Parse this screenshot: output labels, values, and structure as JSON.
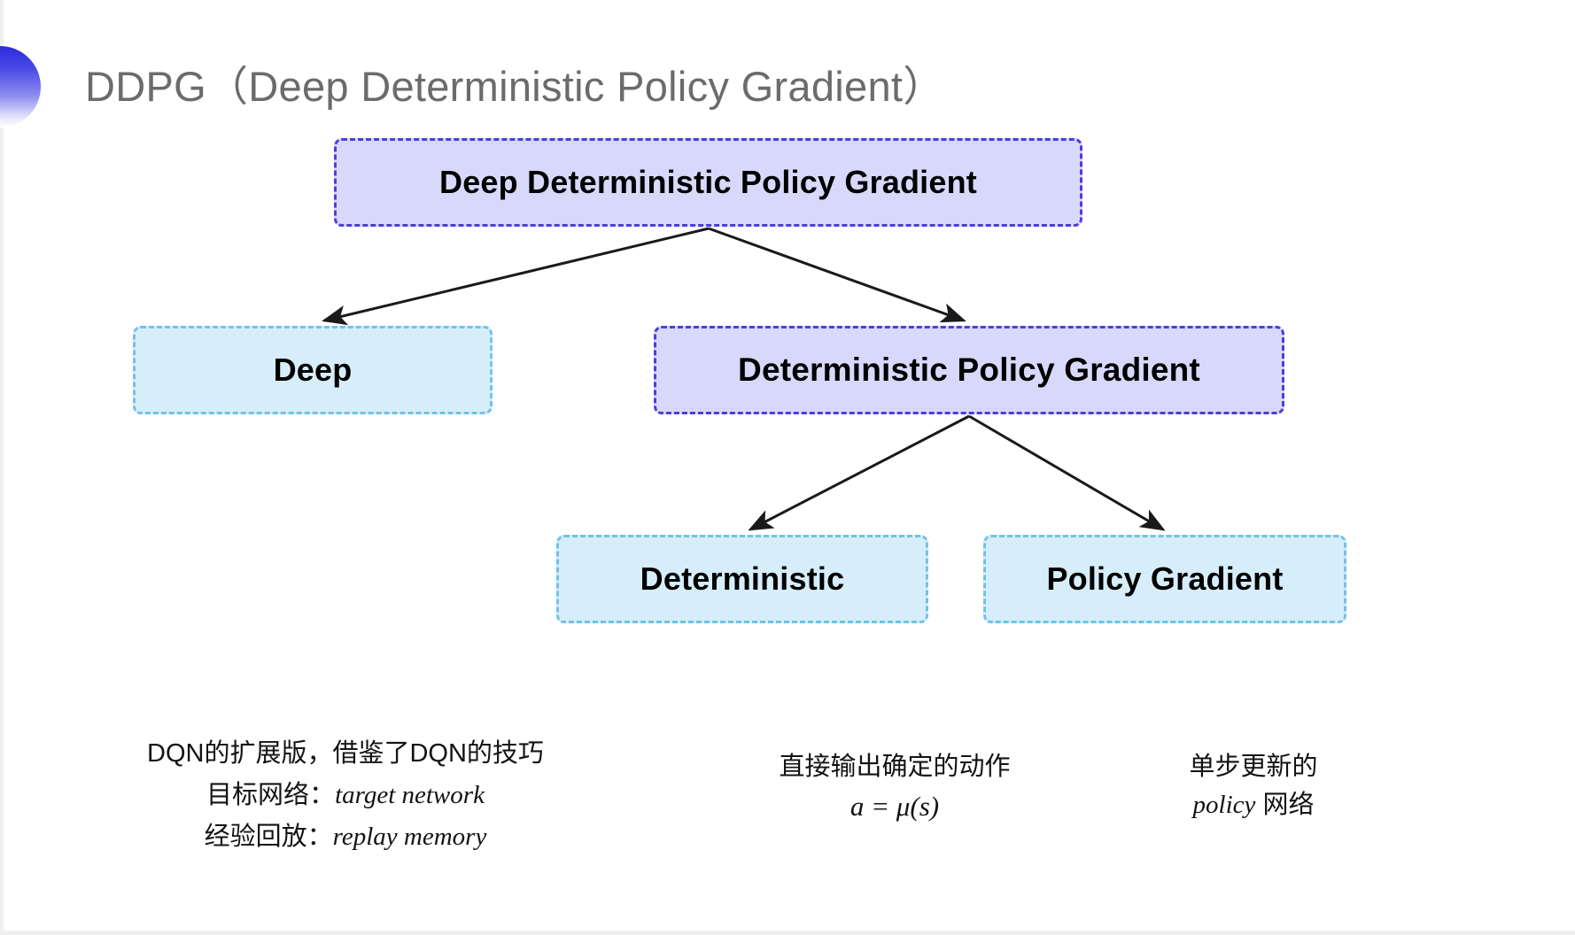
{
  "slide": {
    "title": "DDPG（Deep Deterministic Policy Gradient）",
    "title_color": "#6b6b6b",
    "background": "#ffffff"
  },
  "theme": {
    "purple_fill": "#d8d8fb",
    "purple_border": "#4b3fd6",
    "blue_fill": "#d6eefa",
    "blue_border": "#74c2e8",
    "arrow_color": "#1a1a1a",
    "text_color": "#131313"
  },
  "diagram": {
    "nodes": [
      {
        "id": "root",
        "label": "Deep Deterministic Policy Gradient",
        "style": "purple"
      },
      {
        "id": "deep",
        "label": "Deep",
        "style": "blue"
      },
      {
        "id": "dpg",
        "label": "Deterministic Policy Gradient",
        "style": "purple"
      },
      {
        "id": "det",
        "label": "Deterministic",
        "style": "blue"
      },
      {
        "id": "pg",
        "label": "Policy Gradient",
        "style": "blue"
      }
    ],
    "edges": [
      {
        "from": "root",
        "to": "deep"
      },
      {
        "from": "root",
        "to": "dpg"
      },
      {
        "from": "dpg",
        "to": "det"
      },
      {
        "from": "dpg",
        "to": "pg"
      }
    ]
  },
  "captions": {
    "deep": {
      "line1": "DQN的扩展版，借鉴了DQN的技巧",
      "line2_label": "目标网络：",
      "line2_term": "target network",
      "line3_label": "经验回放：",
      "line3_term": "replay memory"
    },
    "deterministic": {
      "line1": "直接输出确定的动作",
      "formula": "a = μ(s)"
    },
    "policy_gradient": {
      "line1": "单步更新的",
      "line2_term": "policy",
      "line2_tail": " 网络"
    }
  }
}
